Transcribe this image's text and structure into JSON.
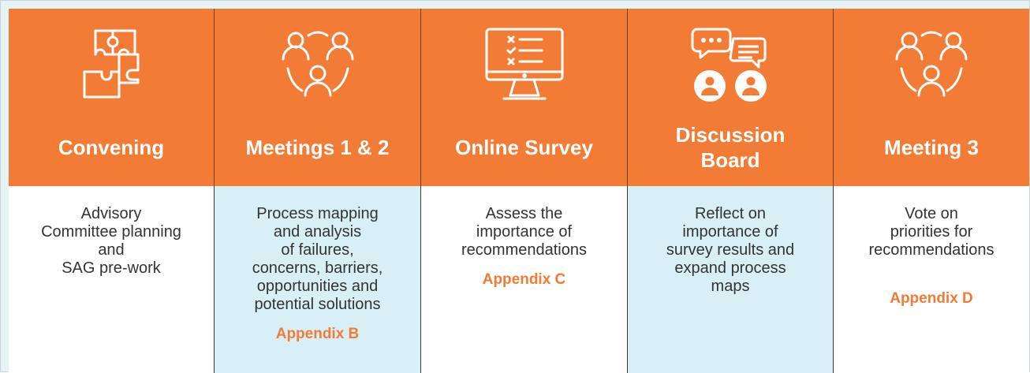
{
  "columns": [
    {
      "title_lines": [
        "Convening"
      ],
      "icon": "puzzle-icon",
      "description_lines": [
        "Advisory",
        "Committee planning",
        "and",
        "SAG pre-work"
      ],
      "appendix": ""
    },
    {
      "title_lines": [
        "Meetings 1 & 2"
      ],
      "icon": "people-cycle-icon",
      "description_lines": [
        "Process mapping",
        "and analysis",
        "of failures,",
        "concerns, barriers,",
        "opportunities and",
        "potential solutions"
      ],
      "appendix": "Appendix B"
    },
    {
      "title_lines": [
        "Online Survey"
      ],
      "icon": "monitor-checklist-icon",
      "description_lines": [
        "Assess the",
        "importance of",
        "recommendations"
      ],
      "appendix": "Appendix C"
    },
    {
      "title_lines": [
        "Discussion",
        "Board"
      ],
      "icon": "chat-users-icon",
      "description_lines": [
        "Reflect on",
        "importance of",
        "survey results and",
        "expand process",
        "maps"
      ],
      "appendix": ""
    },
    {
      "title_lines": [
        "Meeting 3"
      ],
      "icon": "people-cycle-icon",
      "description_lines": [
        "Vote on",
        "priorities for",
        "recommendations"
      ],
      "appendix": "Appendix D"
    }
  ],
  "colors": {
    "header_orange": "#f27b35",
    "shade_blue": "#d8eff5",
    "appendix_orange": "#f27b35"
  }
}
